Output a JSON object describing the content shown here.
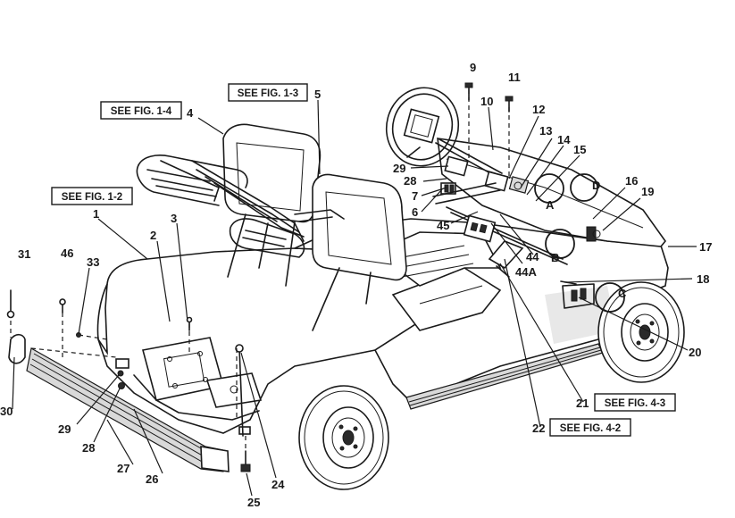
{
  "diagram": {
    "part_numbers": {
      "p1": "1",
      "p2": "2",
      "p3": "3",
      "p4": "4",
      "p5": "5",
      "p6": "6",
      "p7": "7",
      "p9": "9",
      "p10": "10",
      "p11": "11",
      "p12": "12",
      "p13": "13",
      "p14": "14",
      "p15": "15",
      "p16": "16",
      "p17": "17",
      "p18": "18",
      "p19": "19",
      "p20": "20",
      "p21": "21",
      "p22": "22",
      "p24": "24",
      "p25": "25",
      "p26": "26",
      "p27": "27",
      "p28a": "28",
      "p28b": "28",
      "p29a": "29",
      "p29b": "29",
      "p30": "30",
      "p31": "31",
      "p33": "33",
      "p44": "44",
      "p44a": "44A",
      "p45": "45",
      "p46": "46"
    },
    "callouts": {
      "a": "A",
      "b": "B",
      "c": "C",
      "d": "D"
    },
    "figure_refs": {
      "fig_1_2": "SEE FIG. 1-2",
      "fig_1_3": "SEE FIG. 1-3",
      "fig_1_4": "SEE FIG. 1-4",
      "fig_4_2": "SEE FIG. 4-2",
      "fig_4_3": "SEE FIG. 4-3"
    }
  }
}
